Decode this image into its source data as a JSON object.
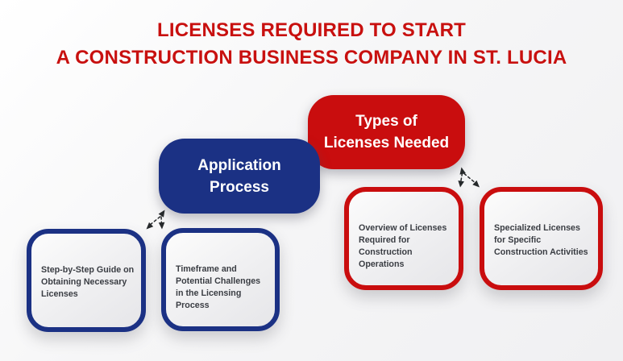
{
  "title": {
    "line1": "LICENSES REQUIRED TO START",
    "line2": "A CONSTRUCTION BUSINESS COMPANY IN ST. LUCIA"
  },
  "colors": {
    "red": "#c90d0e",
    "navy": "#1b3184",
    "title_red": "#c8100f",
    "text_dark": "#3a3d43",
    "arrow": "#26292b"
  },
  "main_nodes": {
    "application_process": {
      "label": "Application\nProcess"
    },
    "types_of_licenses": {
      "label": "Types of\nLicenses Needed"
    }
  },
  "sub_nodes": {
    "step_by_step": {
      "label": "Step-by-Step Guide on Obtaining Necessary Licenses"
    },
    "timeframe": {
      "label": "Timeframe and Potential Challenges in the Licensing Process"
    },
    "overview": {
      "label": "Overview of Licenses Required for Construction Operations"
    },
    "specialized": {
      "label": "Specialized Licenses for Specific Construction Activities"
    }
  },
  "connectors": {
    "style": "dashed",
    "arrowheads": "both-ends"
  }
}
